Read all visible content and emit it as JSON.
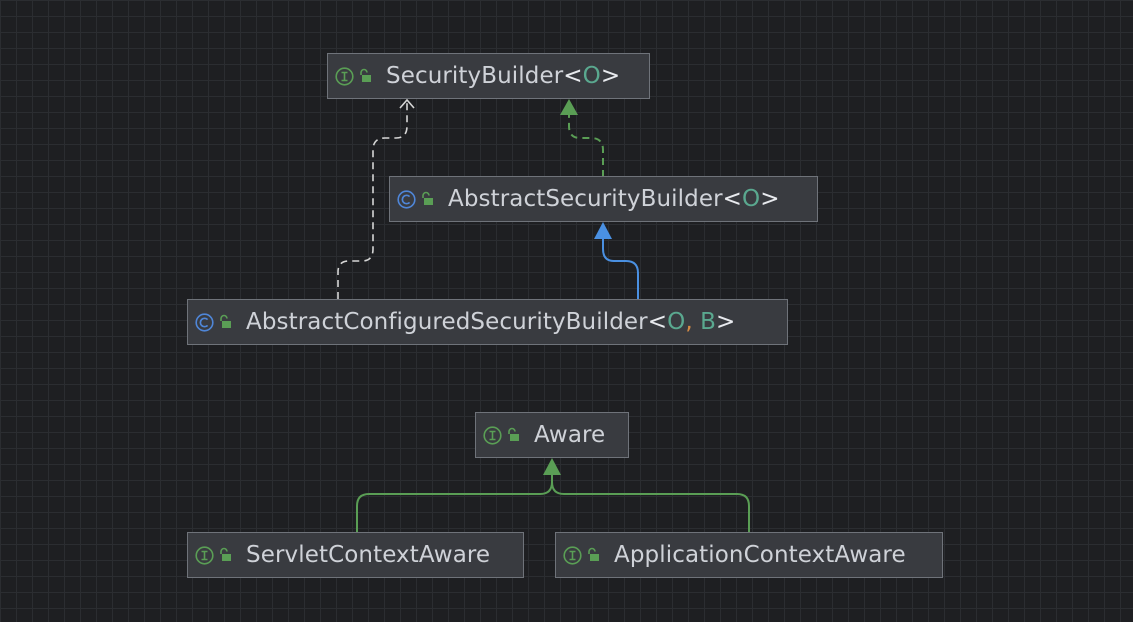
{
  "diagram": {
    "nodes": [
      {
        "id": "security-builder",
        "kind": "interface",
        "name": "SecurityBuilder",
        "type_params": [
          "O"
        ]
      },
      {
        "id": "abstract-security-builder",
        "kind": "class",
        "name": "AbstractSecurityBuilder",
        "type_params": [
          "O"
        ]
      },
      {
        "id": "abstract-configured-security-builder",
        "kind": "class",
        "name": "AbstractConfiguredSecurityBuilder",
        "type_params": [
          "O",
          "B"
        ]
      },
      {
        "id": "aware",
        "kind": "interface",
        "name": "Aware",
        "type_params": []
      },
      {
        "id": "servlet-context-aware",
        "kind": "interface",
        "name": "ServletContextAware",
        "type_params": []
      },
      {
        "id": "application-context-aware",
        "kind": "interface",
        "name": "ApplicationContextAware",
        "type_params": []
      }
    ],
    "edges": [
      {
        "from": "abstract-security-builder",
        "to": "security-builder",
        "type": "implements"
      },
      {
        "from": "abstract-configured-security-builder",
        "to": "abstract-security-builder",
        "type": "extends"
      },
      {
        "from": "abstract-configured-security-builder",
        "to": "security-builder",
        "type": "implements-dashed-white"
      },
      {
        "from": "servlet-context-aware",
        "to": "aware",
        "type": "extends-interface"
      },
      {
        "from": "application-context-aware",
        "to": "aware",
        "type": "extends-interface"
      }
    ],
    "colors": {
      "background": "#1e1f22",
      "grid": "#2b2d31",
      "node_fill": "#393b40",
      "node_border": "#6f737a",
      "text": "#cfd2d8",
      "type_param": "#5aa88f",
      "comma": "#d68b45",
      "implements_edge": "#5a9e55",
      "extends_edge": "#4a90e2",
      "dashed_white_edge": "#d6d6d6",
      "interface_icon": "#5a9e55",
      "class_icon": "#4f86d8"
    }
  }
}
